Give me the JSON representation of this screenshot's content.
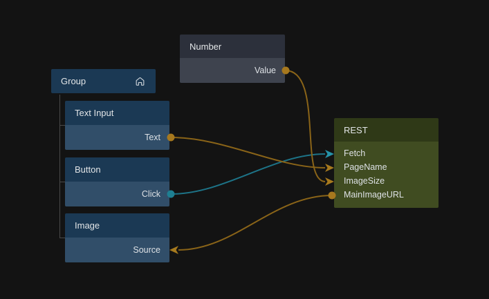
{
  "palette": {
    "background": "#131313",
    "blue_node_header": "#1b3954",
    "blue_node_row": "#314e69",
    "gray_node_header": "#2c303b",
    "gray_node_row": "#3e434e",
    "olive_node_header": "#2f3917",
    "olive_node_body": "#404c21",
    "amber_wire": "#8a6418",
    "amber_port": "#a6781e",
    "amber_arrow": "#a77a1e",
    "teal_wire": "#1d7488",
    "teal_port": "#1e7f92",
    "teal_arrow": "#2693a9",
    "label_text": "#e2e5e7",
    "bracket_line": "#4a4a4a"
  },
  "nodes": {
    "group": {
      "title": "Group",
      "icon": "home-icon"
    },
    "text_input": {
      "title": "Text Input",
      "ports": [
        {
          "name": "Text",
          "direction": "output",
          "color": "amber"
        }
      ]
    },
    "button": {
      "title": "Button",
      "ports": [
        {
          "name": "Click",
          "direction": "output",
          "color": "teal"
        }
      ]
    },
    "image": {
      "title": "Image",
      "ports": [
        {
          "name": "Source",
          "direction": "input",
          "color": "amber"
        }
      ]
    },
    "number": {
      "title": "Number",
      "ports": [
        {
          "name": "Value",
          "direction": "output",
          "color": "amber"
        }
      ]
    },
    "rest": {
      "title": "REST",
      "ports": [
        {
          "name": "Fetch",
          "direction": "input",
          "color": "teal"
        },
        {
          "name": "PageName",
          "direction": "input",
          "color": "amber"
        },
        {
          "name": "ImageSize",
          "direction": "input",
          "color": "amber"
        },
        {
          "name": "MainImageURL",
          "direction": "output",
          "color": "amber"
        }
      ]
    }
  },
  "connections": [
    {
      "from": "Button.Click",
      "to": "REST.Fetch",
      "color": "teal"
    },
    {
      "from": "Text Input.Text",
      "to": "REST.PageName",
      "color": "amber"
    },
    {
      "from": "Number.Value",
      "to": "REST.ImageSize",
      "color": "amber"
    },
    {
      "from": "REST.MainImageURL",
      "to": "Image.Source",
      "color": "amber"
    }
  ]
}
